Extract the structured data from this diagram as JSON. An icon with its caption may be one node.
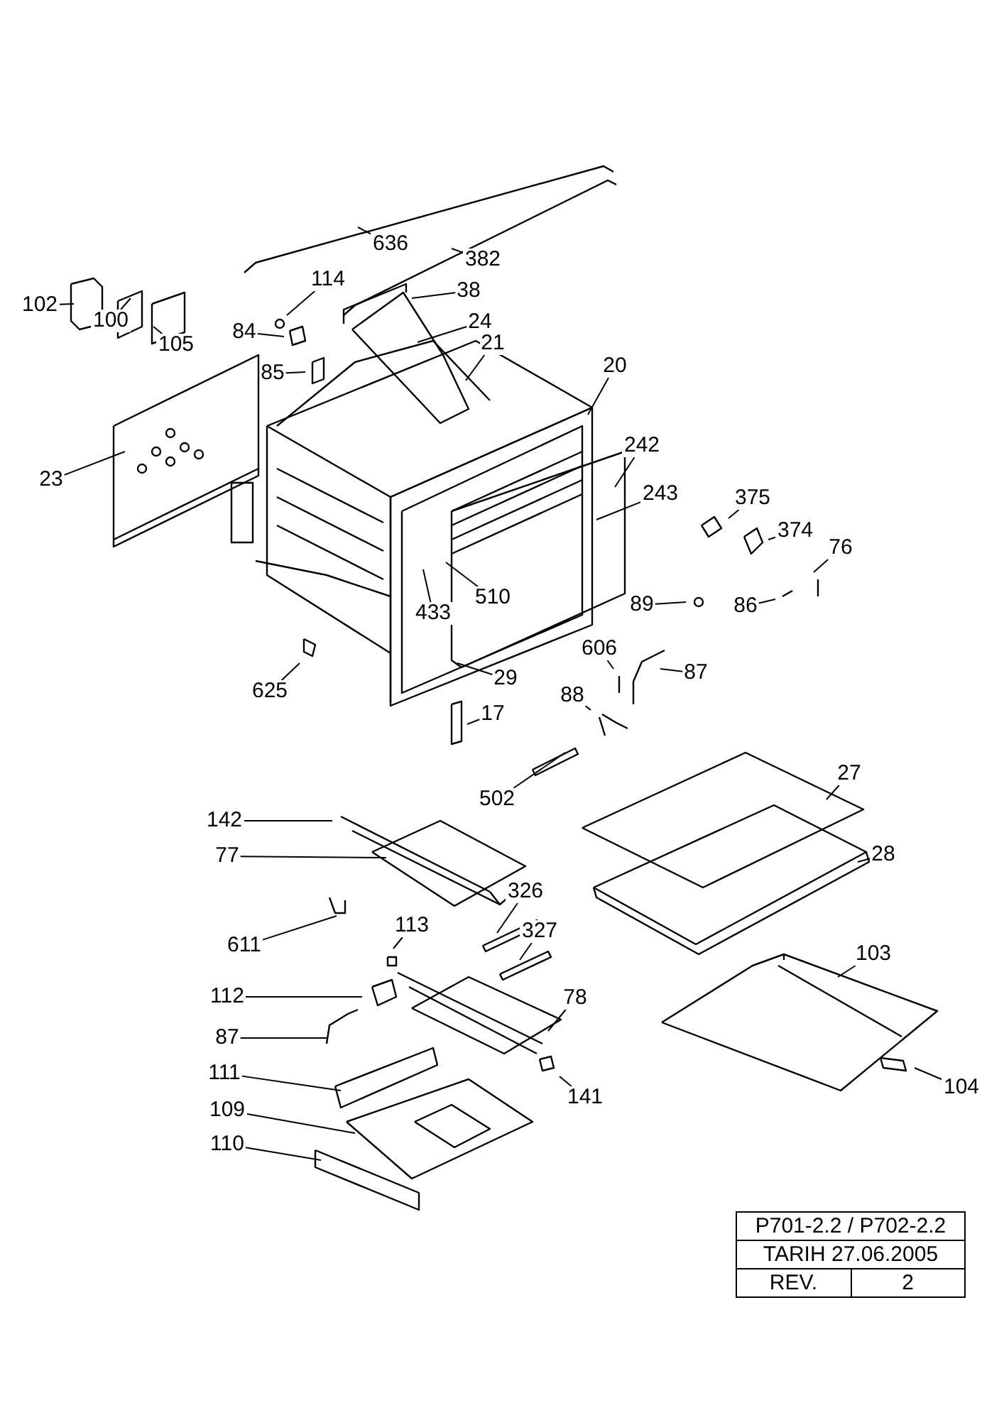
{
  "diagram": {
    "nodes": [
      {
        "text": [
          "636"
        ]
      },
      {
        "text": [
          "382"
        ]
      },
      {
        "text": [
          "114"
        ]
      },
      {
        "text": [
          "38"
        ]
      },
      {
        "text": [
          "102"
        ]
      },
      {
        "text": [
          "24"
        ]
      },
      {
        "text": [
          "84"
        ]
      },
      {
        "text": [
          "100"
        ]
      },
      {
        "text": [
          "105"
        ]
      },
      {
        "text": [
          "21"
        ]
      },
      {
        "text": [
          "85"
        ]
      },
      {
        "text": [
          "20"
        ]
      },
      {
        "text": [
          "242"
        ]
      },
      {
        "text": [
          "23"
        ]
      },
      {
        "text": [
          "243"
        ]
      },
      {
        "text": [
          "375"
        ]
      },
      {
        "text": [
          "374"
        ]
      },
      {
        "text": [
          "76"
        ]
      },
      {
        "text": [
          "510"
        ]
      },
      {
        "text": [
          "89"
        ]
      },
      {
        "text": [
          "86"
        ]
      },
      {
        "text": [
          "433"
        ]
      },
      {
        "text": [
          "606"
        ]
      },
      {
        "text": [
          "87"
        ]
      },
      {
        "text": [
          "29"
        ]
      },
      {
        "text": [
          "625"
        ]
      },
      {
        "text": [
          "88"
        ]
      },
      {
        "text": [
          "17"
        ]
      },
      {
        "text": [
          "27"
        ]
      },
      {
        "text": [
          "502"
        ]
      },
      {
        "text": [
          "142"
        ]
      },
      {
        "text": [
          "77"
        ]
      },
      {
        "text": [
          "28"
        ]
      },
      {
        "text": [
          "326"
        ]
      },
      {
        "text": [
          "113"
        ]
      },
      {
        "text": [
          "327"
        ]
      },
      {
        "text": [
          "611"
        ]
      },
      {
        "text": [
          "103"
        ]
      },
      {
        "text": [
          "112"
        ]
      },
      {
        "text": [
          "78"
        ]
      },
      {
        "text": [
          "87"
        ]
      },
      {
        "text": [
          "111"
        ]
      },
      {
        "text": [
          "104"
        ]
      },
      {
        "text": [
          "141"
        ]
      },
      {
        "text": [
          "109"
        ]
      },
      {
        "text": [
          "110"
        ]
      }
    ],
    "edges": [
      {
        "from": 0,
        "to": null,
        "arrow": "none"
      },
      {
        "from": 1,
        "to": null,
        "arrow": "none"
      },
      {
        "from": 2,
        "to": null,
        "arrow": "none"
      },
      {
        "from": 3,
        "to": null,
        "arrow": "none"
      },
      {
        "from": 4,
        "to": null,
        "arrow": "none"
      },
      {
        "from": 5,
        "to": null,
        "arrow": "none"
      },
      {
        "from": 6,
        "to": null,
        "arrow": "none"
      },
      {
        "from": 7,
        "to": null,
        "arrow": "none"
      },
      {
        "from": 8,
        "to": null,
        "arrow": "none"
      },
      {
        "from": 9,
        "to": null,
        "arrow": "none"
      },
      {
        "from": 10,
        "to": null,
        "arrow": "none"
      },
      {
        "from": 11,
        "to": null,
        "arrow": "none"
      },
      {
        "from": 12,
        "to": null,
        "arrow": "none"
      },
      {
        "from": 13,
        "to": null,
        "arrow": "none"
      },
      {
        "from": 14,
        "to": null,
        "arrow": "none"
      },
      {
        "from": 15,
        "to": null,
        "arrow": "none"
      },
      {
        "from": 16,
        "to": null,
        "arrow": "none"
      },
      {
        "from": 17,
        "to": null,
        "arrow": "none"
      },
      {
        "from": 18,
        "to": null,
        "arrow": "none"
      },
      {
        "from": 19,
        "to": null,
        "arrow": "none"
      },
      {
        "from": 20,
        "to": null,
        "arrow": "none"
      },
      {
        "from": 21,
        "to": null,
        "arrow": "none"
      },
      {
        "from": 22,
        "to": null,
        "arrow": "none"
      },
      {
        "from": 23,
        "to": null,
        "arrow": "none"
      },
      {
        "from": 24,
        "to": null,
        "arrow": "none"
      },
      {
        "from": 25,
        "to": null,
        "arrow": "none"
      },
      {
        "from": 26,
        "to": null,
        "arrow": "none"
      },
      {
        "from": 27,
        "to": null,
        "arrow": "none"
      },
      {
        "from": 28,
        "to": null,
        "arrow": "none"
      },
      {
        "from": 29,
        "to": null,
        "arrow": "none"
      },
      {
        "from": 30,
        "to": null,
        "arrow": "none"
      },
      {
        "from": 31,
        "to": null,
        "arrow": "none"
      },
      {
        "from": 32,
        "to": null,
        "arrow": "none"
      },
      {
        "from": 33,
        "to": null,
        "arrow": "none"
      },
      {
        "from": 34,
        "to": null,
        "arrow": "none"
      },
      {
        "from": 35,
        "to": null,
        "arrow": "none"
      },
      {
        "from": 36,
        "to": null,
        "arrow": "none"
      },
      {
        "from": 37,
        "to": null,
        "arrow": "none"
      },
      {
        "from": 38,
        "to": null,
        "arrow": "none"
      },
      {
        "from": 39,
        "to": null,
        "arrow": "none"
      },
      {
        "from": 40,
        "to": null,
        "arrow": "none"
      },
      {
        "from": 41,
        "to": null,
        "arrow": "none"
      },
      {
        "from": 42,
        "to": null,
        "arrow": "none"
      },
      {
        "from": 43,
        "to": null,
        "arrow": "none"
      },
      {
        "from": 44,
        "to": null,
        "arrow": "none"
      },
      {
        "from": 45,
        "to": null,
        "arrow": "none"
      }
    ],
    "labels": [
      "P701-2.2 / P702-2.2",
      "TARIH 27.06.2005",
      "REV.",
      "2"
    ]
  }
}
